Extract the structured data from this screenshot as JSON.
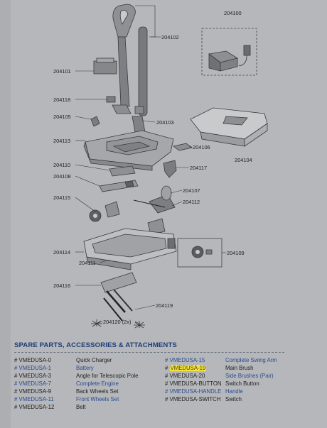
{
  "diagram": {
    "callouts": [
      {
        "id": "204100",
        "label": "204100"
      },
      {
        "id": "204102",
        "label": "204102"
      },
      {
        "id": "204101",
        "label": "204101"
      },
      {
        "id": "204118",
        "label": "204118"
      },
      {
        "id": "204105",
        "label": "204105"
      },
      {
        "id": "204103",
        "label": "204103"
      },
      {
        "id": "204113",
        "label": "204113"
      },
      {
        "id": "204106",
        "label": "204106"
      },
      {
        "id": "204104",
        "label": "204104"
      },
      {
        "id": "204110",
        "label": "204110"
      },
      {
        "id": "204117",
        "label": "204117"
      },
      {
        "id": "204108",
        "label": "204108"
      },
      {
        "id": "204107",
        "label": "204107"
      },
      {
        "id": "204115",
        "label": "204115"
      },
      {
        "id": "204112",
        "label": "204112"
      },
      {
        "id": "204114",
        "label": "204114"
      },
      {
        "id": "204109",
        "label": "204109"
      },
      {
        "id": "204111",
        "label": "204111"
      },
      {
        "id": "204116",
        "label": "204116"
      },
      {
        "id": "204119",
        "label": "204119"
      },
      {
        "id": "204120",
        "label": "204120 (2x)"
      }
    ]
  },
  "legend": {
    "title": "SPARE PARTS, ACCESSORIES & ATTACHMENTS",
    "left": [
      {
        "code": "# VMEDUSA-0",
        "desc": "Quick Charger",
        "style": "plain"
      },
      {
        "code": "# VMEDUSA-1",
        "desc": "Battery",
        "style": "blue"
      },
      {
        "code": "# VMEDUSA-3",
        "desc": "Angle for Telescopic Pole",
        "style": "plain"
      },
      {
        "code": "# VMEDUSA-7",
        "desc": "Complete Engine",
        "style": "blue"
      },
      {
        "code": "# VMEDUSA-9",
        "desc": "Back Wheels Set",
        "style": "plain"
      },
      {
        "code": "# VMEDUSA-11",
        "desc": "Front Wheels Set",
        "style": "blue"
      },
      {
        "code": "# VMEDUSA-12",
        "desc": "Belt",
        "style": "plain"
      }
    ],
    "right": [
      {
        "code": "# VMEDUSA-15",
        "desc": "Complete Swing Arm",
        "style": "blue"
      },
      {
        "code": "# VMEDUSA-19",
        "desc": "Main Brush",
        "style": "highlight"
      },
      {
        "code": "# VMEDUSA-20",
        "desc": "Side Brushes (Pair)",
        "style": "blue"
      },
      {
        "code": "# VMEDUSA-BUTTON",
        "desc": "Switch Button",
        "style": "plain"
      },
      {
        "code": "# VMEDUSA-HANDLE",
        "desc": "Handle",
        "style": "blue"
      },
      {
        "code": "# VMEDUSA-SWITCH",
        "desc": "Switch",
        "style": "plain"
      }
    ]
  }
}
